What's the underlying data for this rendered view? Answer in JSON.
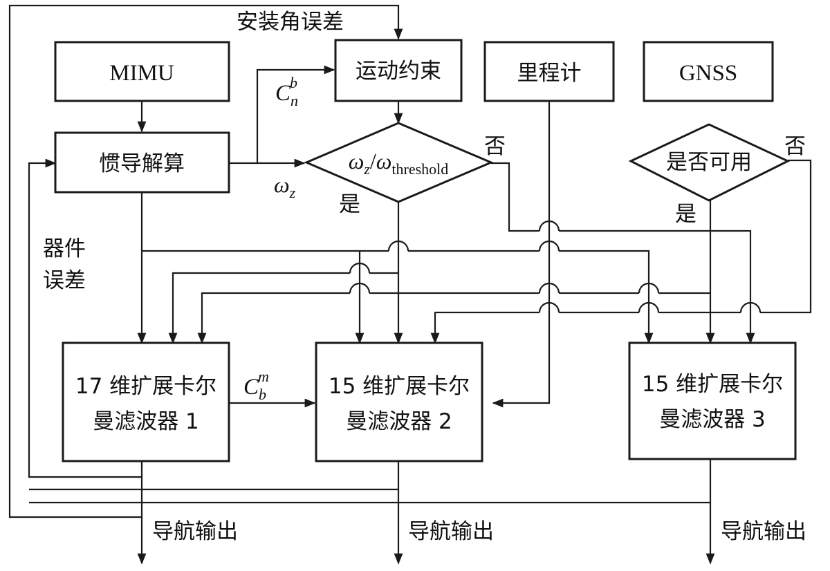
{
  "blocks": {
    "mimu": "MIMU",
    "ins": "惯导解算",
    "motion": "运动约束",
    "odo": "里程计",
    "gnss": "GNSS",
    "ekf1": {
      "line1": "17 维扩展卡尔",
      "line2": "曼滤波器 1"
    },
    "ekf2": {
      "line1": "15 维扩展卡尔",
      "line2": "曼滤波器 2"
    },
    "ekf3": {
      "line1": "15 维扩展卡尔",
      "line2": "曼滤波器 3"
    }
  },
  "decisions": {
    "threshold": {
      "numerator": "ω",
      "num_sub": "z",
      "slash": "/",
      "denominator": "ω",
      "den_sub": "threshold"
    },
    "gnss_available": "是否可用"
  },
  "labels": {
    "install_error": "安装角误差",
    "device_error_1": "器件",
    "device_error_2": "误差",
    "yes_1": "是",
    "no_1": "否",
    "yes_2": "是",
    "no_2": "否",
    "nav_out_1": "导航输出",
    "nav_out_2": "导航输出",
    "nav_out_3": "导航输出"
  },
  "symbols": {
    "cnb": {
      "base": "C",
      "sub": "n",
      "sup": "b"
    },
    "cbm": {
      "base": "C",
      "sub": "b",
      "sup": "m"
    },
    "omega_z": {
      "base": "ω",
      "sub": "z"
    }
  }
}
